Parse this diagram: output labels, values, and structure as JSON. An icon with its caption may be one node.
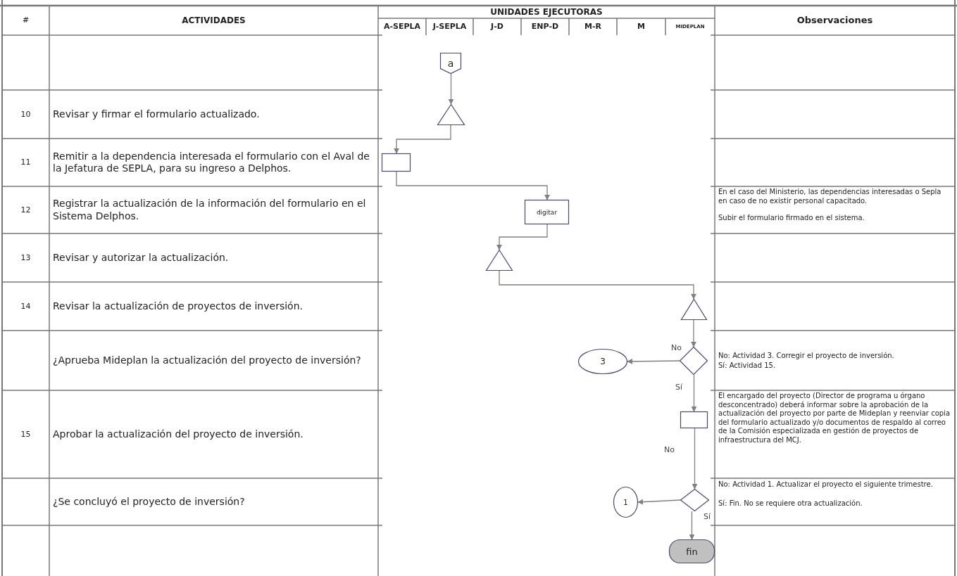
{
  "diagram": {
    "nodes": [
      {
        "text": [
          "a"
        ]
      },
      {
        "text": [],
        "shape": "triangle"
      },
      {
        "text": [],
        "shape": "box"
      },
      {
        "text": [
          "digitar"
        ]
      },
      {
        "text": [],
        "shape": "triangle"
      },
      {
        "text": [],
        "shape": "triangle"
      },
      {
        "text": [],
        "shape": "diamond"
      },
      {
        "text": [
          "3"
        ]
      },
      {
        "text": [],
        "shape": "box"
      },
      {
        "text": [],
        "shape": "diamond"
      },
      {
        "text": [
          "1"
        ]
      },
      {
        "text": [
          "fin"
        ]
      }
    ],
    "edges": [
      {
        "from": 0,
        "to": 1,
        "arrow": "to"
      },
      {
        "from": 1,
        "to": 2,
        "arrow": "to"
      },
      {
        "from": 2,
        "to": 3,
        "arrow": "to"
      },
      {
        "from": 3,
        "to": 4,
        "arrow": "to"
      },
      {
        "from": 4,
        "to": 5,
        "arrow": "to"
      },
      {
        "from": 5,
        "to": 6,
        "arrow": "to"
      },
      {
        "from": 6,
        "to": 7,
        "arrow": "to",
        "label": "No"
      },
      {
        "from": 6,
        "to": 8,
        "arrow": "to",
        "label": "Sí"
      },
      {
        "from": 8,
        "to": 9,
        "arrow": "to",
        "label": "No"
      },
      {
        "from": 9,
        "to": 10,
        "arrow": "to"
      },
      {
        "from": 9,
        "to": 11,
        "arrow": "to",
        "label": "Sí"
      }
    ],
    "labels": [
      "#",
      "ACTIVIDADES",
      "UNIDADES EJECUTORAS",
      "Observaciones",
      "A-SEPLA",
      "J-SEPLA",
      "J-D",
      "ENP-D",
      "M-R",
      "M",
      "MIDEPLAN",
      "10",
      "Revisar y firmar el formulario actualizado.",
      "11",
      "Remitir a la dependencia interesada el formulario con el Aval de la Jefatura de SEPLA, para su ingreso a Delphos.",
      "12",
      "Registrar la actualización de la información del formulario en el Sistema Delphos.",
      "En el caso del Ministerio, las dependencias interesadas o Sepla en caso de no existir personal capacitado.",
      "Subir el formulario firmado en el sistema.",
      "13",
      "Revisar y autorizar la actualización.",
      "14",
      "Revisar la actualización de proyectos de inversión.",
      "¿Aprueba Mideplan la actualización del proyecto de inversión?",
      "No: Actividad 3. Corregir el proyecto de inversión.",
      "Sí: Actividad 15.",
      "15",
      "Aprobar la actualización del proyecto de inversión.",
      "El encargado del proyecto (Director de programa u órgano desconcentrado) deberá informar sobre la aprobación de la actualización del proyecto por parte de Mideplan y reenviar copia del formulario actualizado y/o documentos de respaldo al correo de la Comisión especializada en gestión de proyectos de infraestructura del MCJ.",
      "¿Se concluyó el proyecto de inversión?",
      "No: Actividad 1. Actualizar el proyecto el siguiente trimestre.",
      "Sí: Fin. No se requiere otra actualización."
    ]
  }
}
